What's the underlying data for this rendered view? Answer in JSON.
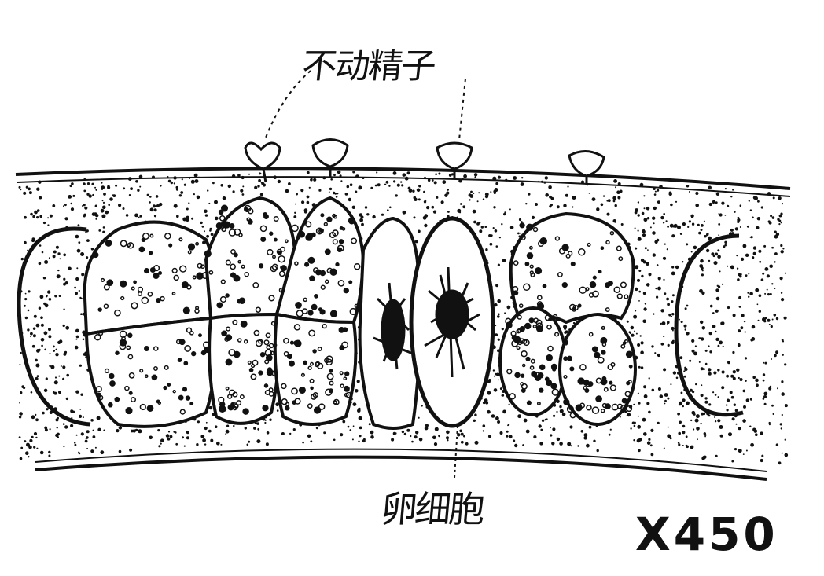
{
  "diagram": {
    "label_top": "不动精子",
    "label_bottom": "卵细胞",
    "magnification": "X450",
    "ink_color": "#111111",
    "paper_color": "#ffffff"
  }
}
